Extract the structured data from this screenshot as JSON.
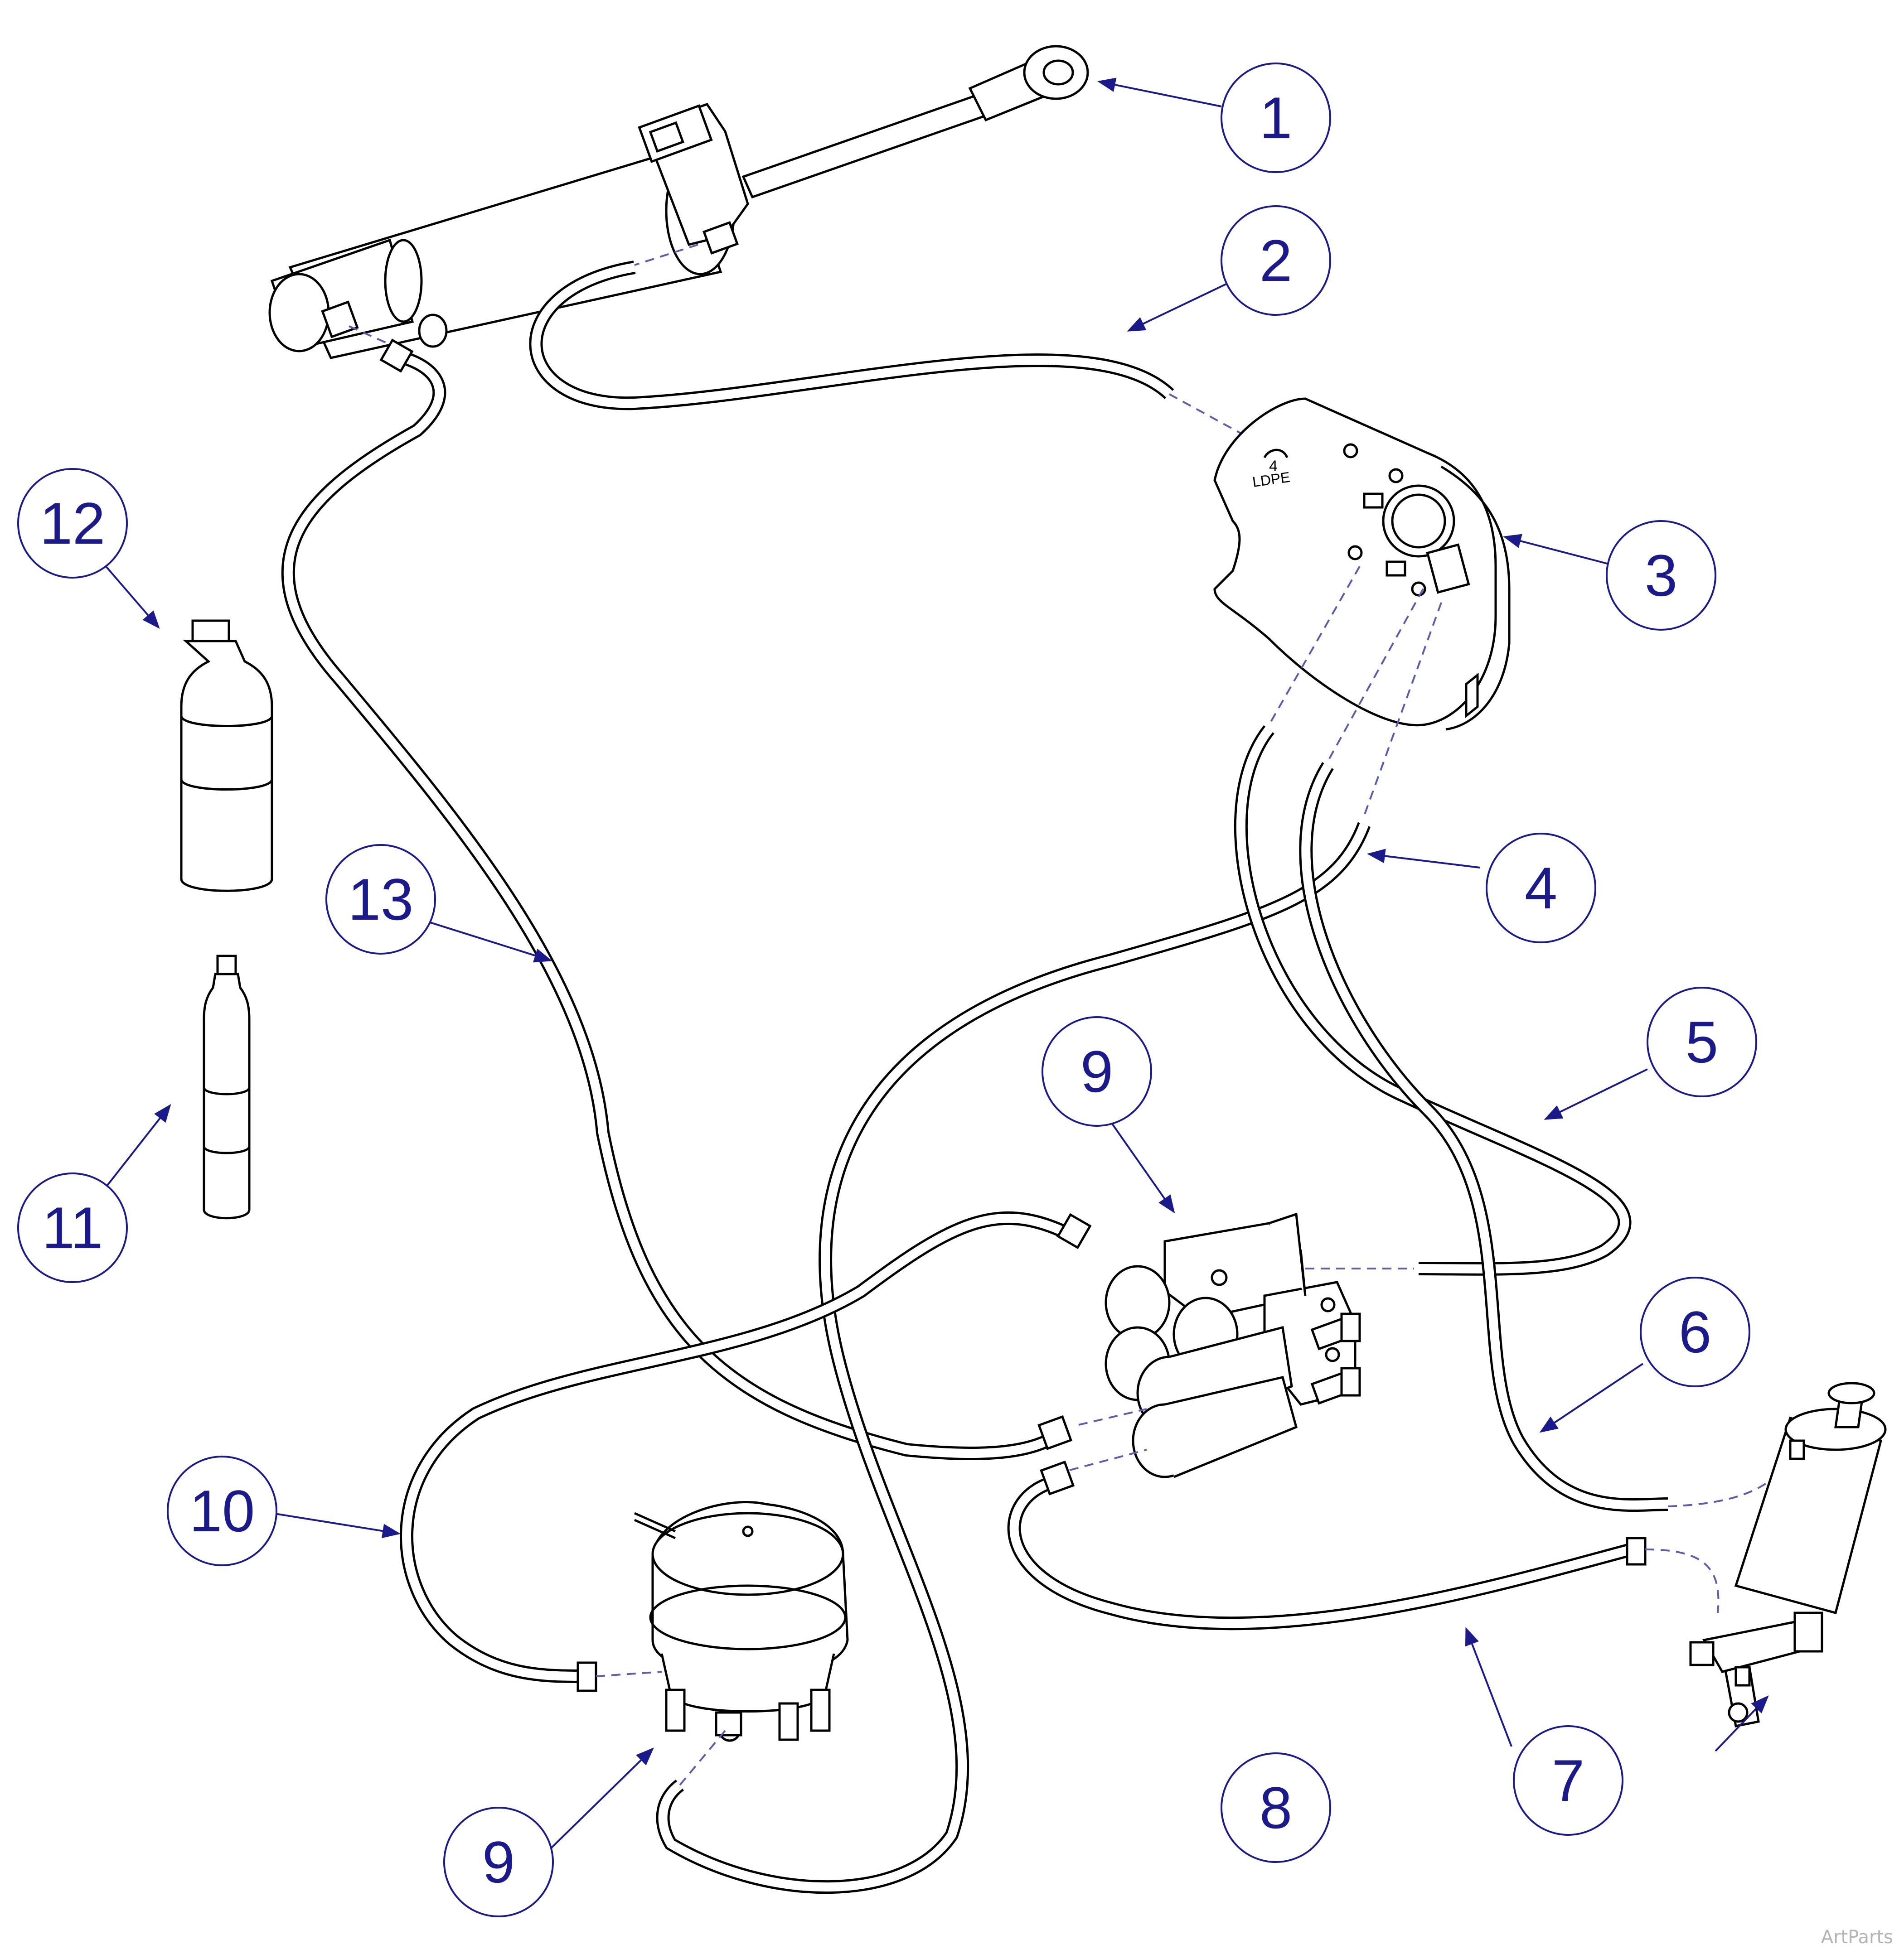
{
  "diagram": {
    "callouts": [
      {
        "id": "c1",
        "label": "1"
      },
      {
        "id": "c2",
        "label": "2"
      },
      {
        "id": "c3",
        "label": "3"
      },
      {
        "id": "c4",
        "label": "4"
      },
      {
        "id": "c5",
        "label": "5"
      },
      {
        "id": "c6",
        "label": "6"
      },
      {
        "id": "c7",
        "label": "7"
      },
      {
        "id": "c8",
        "label": "8"
      },
      {
        "id": "c9a",
        "label": "9"
      },
      {
        "id": "c9b",
        "label": "9"
      },
      {
        "id": "c10",
        "label": "10"
      },
      {
        "id": "c11",
        "label": "11"
      },
      {
        "id": "c12",
        "label": "12"
      },
      {
        "id": "c13",
        "label": "13"
      }
    ],
    "reservoir_marking": "LDPE",
    "recycle_code": "4"
  },
  "colors": {
    "line": "#000000",
    "callout": "#1a1a8c",
    "leader_dash": "#5b5bb0",
    "background": "#ffffff"
  },
  "watermark": "ArtParts"
}
